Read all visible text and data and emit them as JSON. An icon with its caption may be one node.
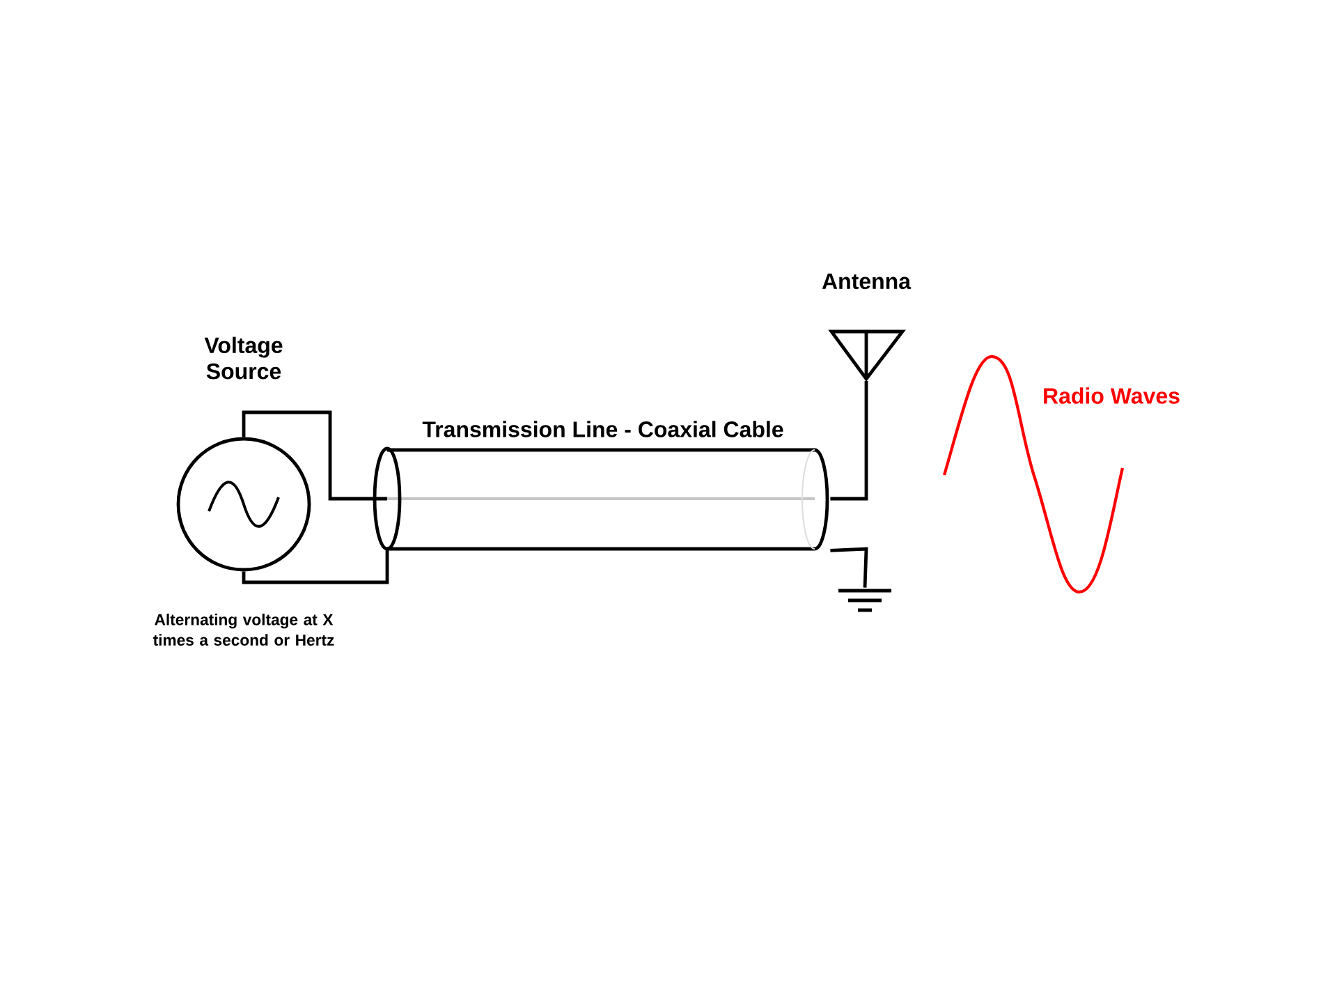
{
  "diagram": {
    "nodes": [
      {
        "text": [
          "Voltage Source"
        ],
        "beside": [
          "Alternating voltage at X times a second or Hertz"
        ]
      },
      {
        "text": [
          "Transmission Line - Coaxial Cable"
        ]
      },
      {
        "text": [
          "Antenna"
        ]
      },
      {
        "text": [],
        "shape": "ground"
      }
    ],
    "edges": [
      {
        "from": 0,
        "to": 1,
        "arrow": "none"
      },
      {
        "from": 0,
        "to": 1,
        "arrow": "none"
      },
      {
        "from": 1,
        "to": 2,
        "arrow": "none"
      },
      {
        "from": 1,
        "to": 3,
        "arrow": "none"
      }
    ],
    "labels": [
      "Radio Waves"
    ]
  }
}
